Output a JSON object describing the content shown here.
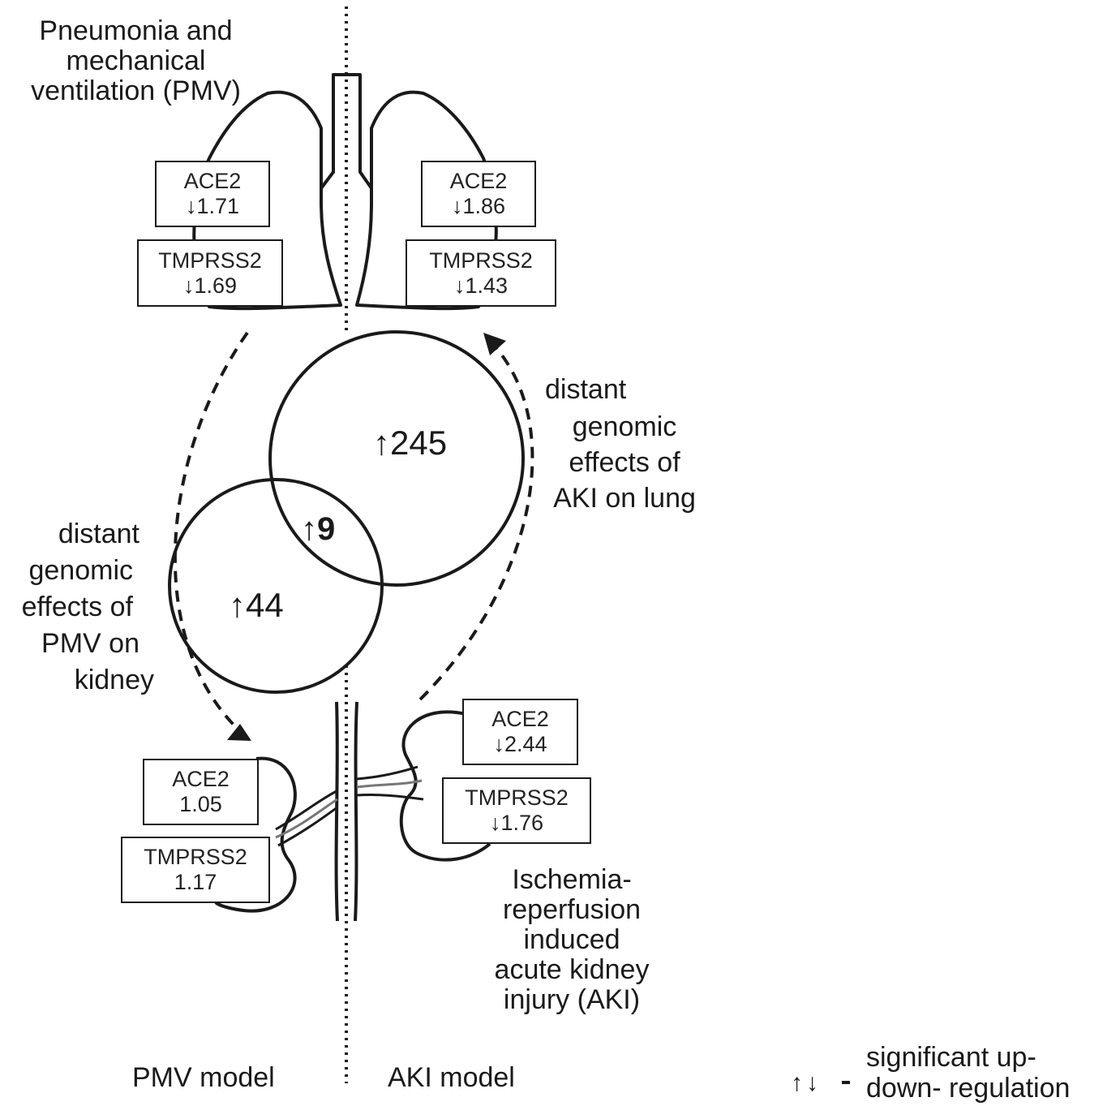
{
  "lung_label": [
    "Pneumonia and",
    "mechanical",
    "ventilation (PMV)"
  ],
  "kidney_label": [
    "Ischemia-",
    "reperfusion",
    "induced",
    "acute kidney",
    "injury (AKI)"
  ],
  "left_effects_label": [
    "distant",
    "genomic",
    "effects of",
    "PMV on",
    "kidney"
  ],
  "right_effects_label": [
    "distant",
    "genomic",
    "effects of",
    "AKI on lung"
  ],
  "boxes": {
    "pmv_lung_ace2": [
      "ACE2",
      "↓1.71"
    ],
    "pmv_lung_tmprss2": [
      "TMPRSS2",
      "↓1.69"
    ],
    "aki_lung_ace2": [
      "ACE2",
      "↓1.86"
    ],
    "aki_lung_tmprss2": [
      "TMPRSS2",
      "↓1.43"
    ],
    "pmv_kidney_ace2": [
      "ACE2",
      "1.05"
    ],
    "pmv_kidney_tmprss2": [
      "TMPRSS2",
      "1.17"
    ],
    "aki_kidney_ace2": [
      "ACE2",
      "↓2.44"
    ],
    "aki_kidney_tmprss2": [
      "TMPRSS2",
      "↓1.76"
    ]
  },
  "venn": {
    "large_arrow": "↑",
    "large_value": "245",
    "small_arrow": "↑",
    "small_value": "44",
    "overlap_arrow": "↑",
    "overlap_value": "9"
  },
  "model_labels": {
    "left": "PMV model",
    "right": "AKI model"
  },
  "legend": {
    "symbols": "↑↓",
    "dash": "-",
    "text": [
      "significant up-",
      "down- regulation"
    ]
  }
}
